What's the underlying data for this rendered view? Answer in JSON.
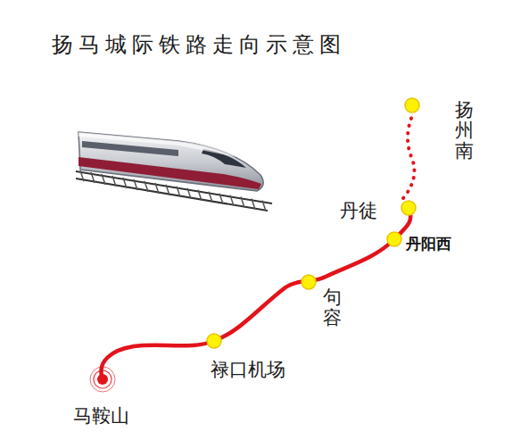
{
  "diagram": {
    "title": "扬马城际铁路走向示意图",
    "labels": [
      "扬州南",
      "丹徒",
      "丹阳西",
      "句容",
      "禄口机场",
      "马鞍山"
    ]
  }
}
